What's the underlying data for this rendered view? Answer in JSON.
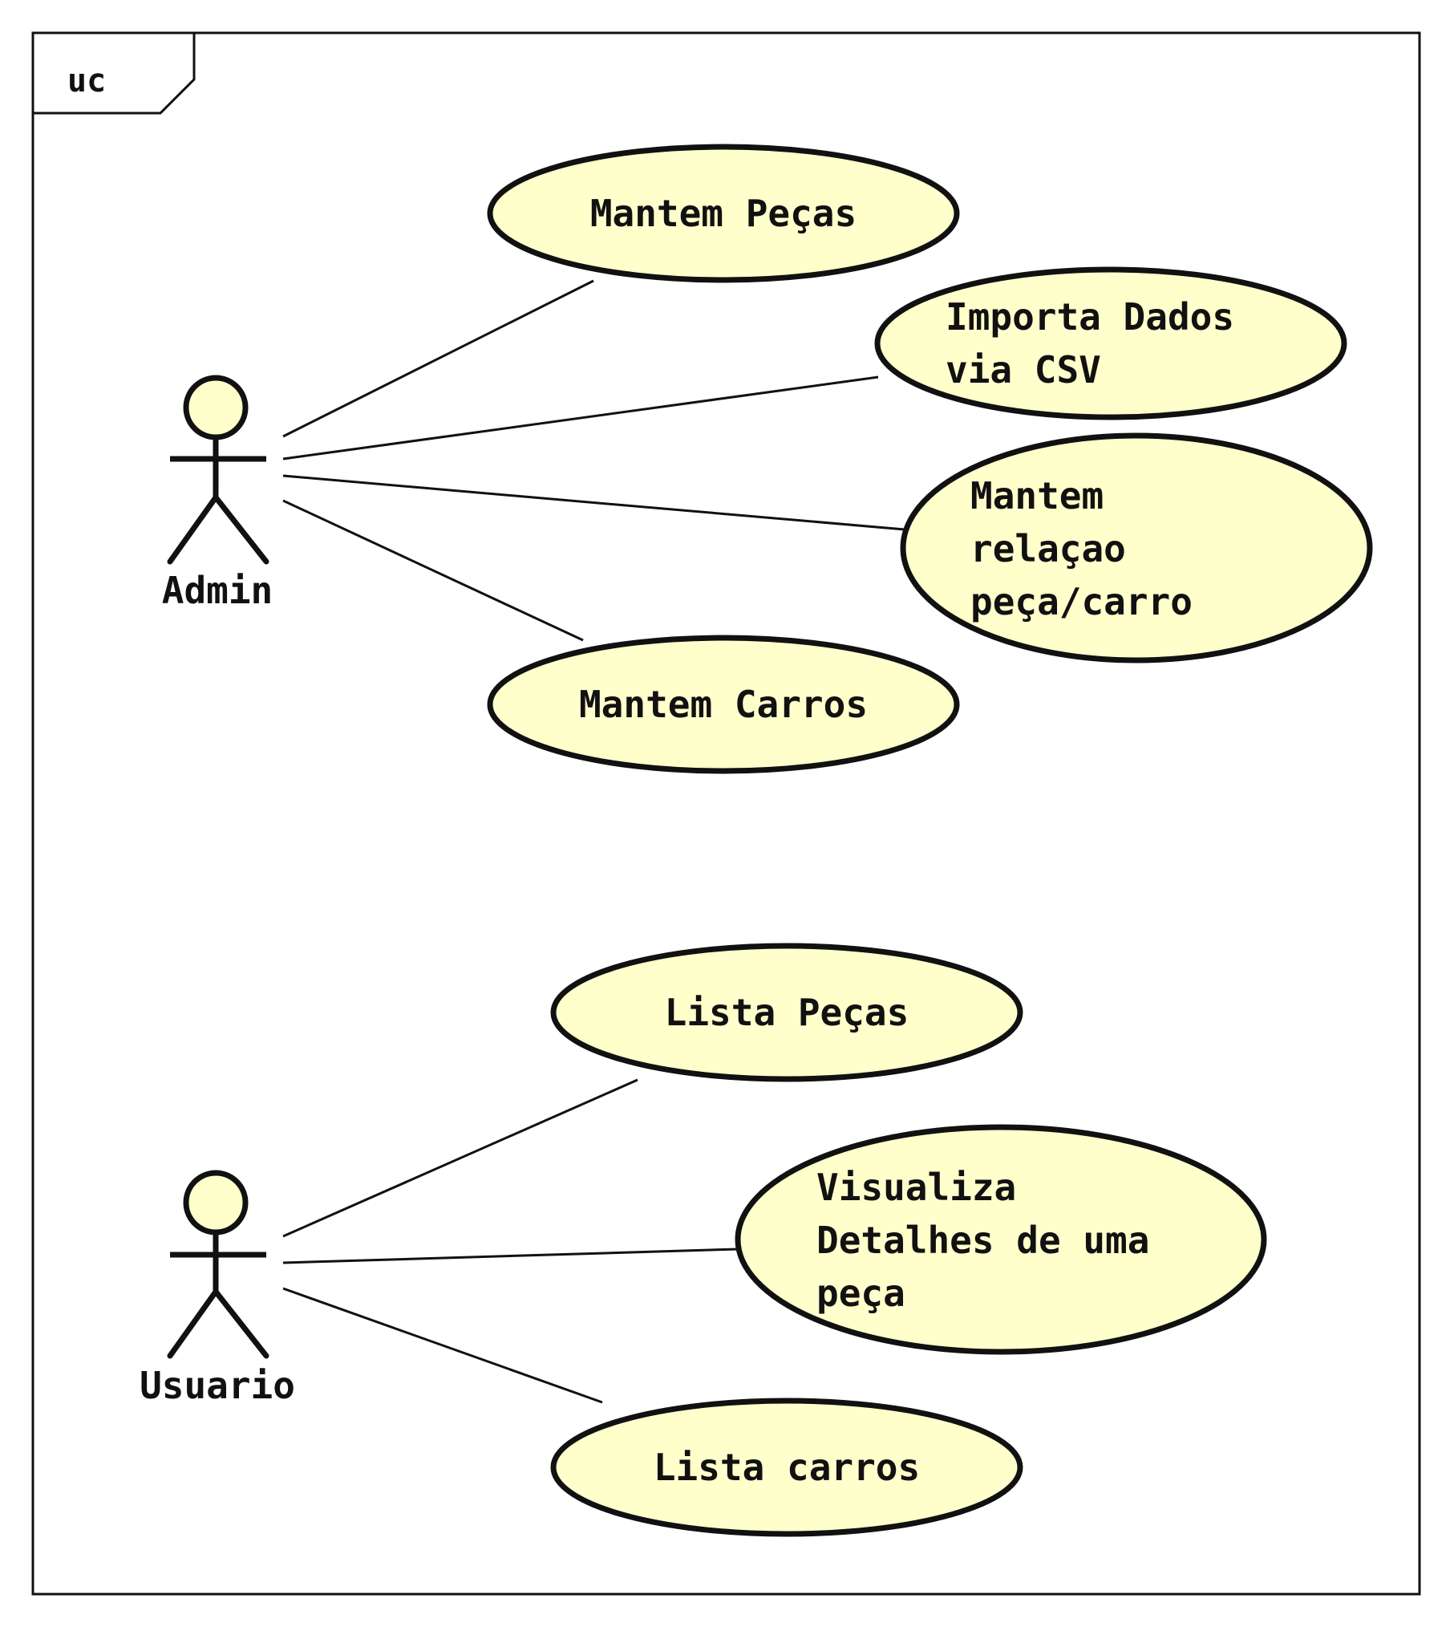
{
  "diagram": {
    "frame_label": "uc",
    "colors": {
      "use_case_fill": "#ffffcc",
      "stroke": "#111111",
      "background": "#ffffff"
    },
    "actors": [
      {
        "label": "Admin"
      },
      {
        "label": "Usuario"
      }
    ],
    "use_cases": [
      {
        "lines": [
          "Mantem Peças"
        ]
      },
      {
        "lines": [
          "Importa Dados",
          "via CSV"
        ]
      },
      {
        "lines": [
          "Mantem",
          "relaçao",
          "peça/carro"
        ]
      },
      {
        "lines": [
          "Mantem Carros"
        ]
      },
      {
        "lines": [
          "Lista Peças"
        ]
      },
      {
        "lines": [
          "Visualiza",
          "Detalhes de uma",
          "peça"
        ]
      },
      {
        "lines": [
          "Lista carros"
        ]
      }
    ],
    "associations": [
      {
        "actor": "Admin",
        "use_case": "Mantem Peças"
      },
      {
        "actor": "Admin",
        "use_case": "Importa Dados via CSV"
      },
      {
        "actor": "Admin",
        "use_case": "Mantem relaçao peça/carro"
      },
      {
        "actor": "Admin",
        "use_case": "Mantem Carros"
      },
      {
        "actor": "Usuario",
        "use_case": "Lista Peças"
      },
      {
        "actor": "Usuario",
        "use_case": "Visualiza Detalhes de uma peça"
      },
      {
        "actor": "Usuario",
        "use_case": "Lista carros"
      }
    ]
  }
}
